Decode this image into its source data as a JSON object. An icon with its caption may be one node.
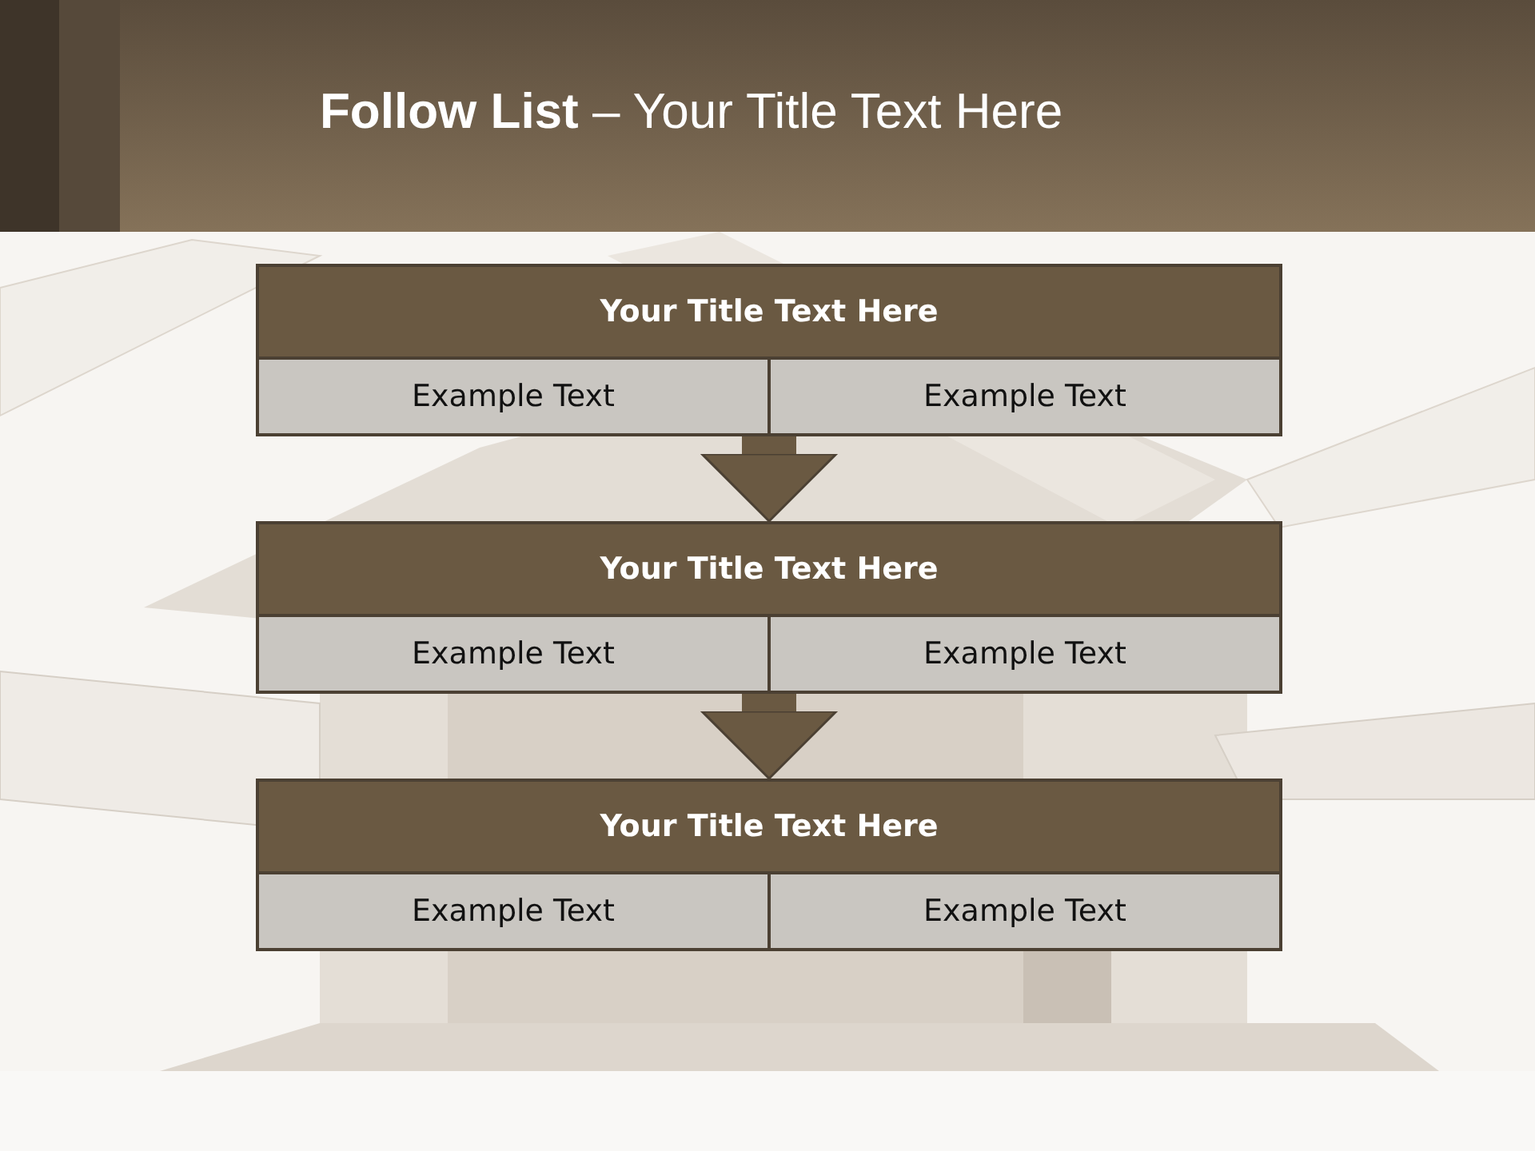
{
  "diagram": {
    "title": "**Follow List**  – Your Title Text Here",
    "nodes": [
      {
        "text": [],
        "shape": "box"
      },
      {
        "text": [
          "Your Title Text Here"
        ],
        "in": 0
      },
      {
        "text": [
          "Example Text"
        ],
        "in": 0
      },
      {
        "text": [
          "Example Text"
        ],
        "in": 0
      },
      {
        "text": [],
        "shape": "box"
      },
      {
        "text": [
          "Your Title Text Here"
        ],
        "in": 4
      },
      {
        "text": [
          "Example Text"
        ],
        "in": 4
      },
      {
        "text": [
          "Example Text"
        ],
        "in": 4
      },
      {
        "text": [],
        "shape": "box"
      },
      {
        "text": [
          "Your Title Text Here"
        ],
        "in": 8
      },
      {
        "text": [
          "Example Text"
        ],
        "in": 8
      },
      {
        "text": [
          "Example Text"
        ],
        "in": 8
      }
    ],
    "edges": [
      {
        "from": 0,
        "to": 4,
        "arrow": "to"
      },
      {
        "from": 4,
        "to": 8,
        "arrow": "to"
      }
    ]
  }
}
